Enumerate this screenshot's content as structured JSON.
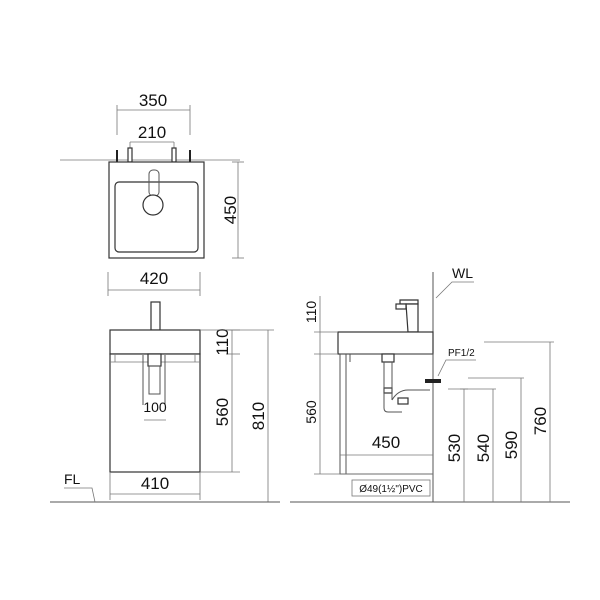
{
  "top_view": {
    "dim_outer_tap_span": "350",
    "dim_inner_tap_span": "210",
    "dim_depth": "450",
    "dim_width": "420"
  },
  "front_view": {
    "dim_basin_height": "110",
    "dim_cabinet_height": "560",
    "dim_total_height": "810",
    "dim_drain_spacing": "100",
    "dim_cabinet_width": "410",
    "floor_label": "FL"
  },
  "side_view": {
    "wall_label": "WL",
    "supply_label": "PF1/2",
    "dim_basin_height": "110",
    "dim_cabinet_height": "560",
    "dim_cabinet_depth": "450",
    "drain_pipe_label": "Ø49(1½\")PVC",
    "dim_heights": [
      "530",
      "540",
      "590",
      "760"
    ]
  }
}
